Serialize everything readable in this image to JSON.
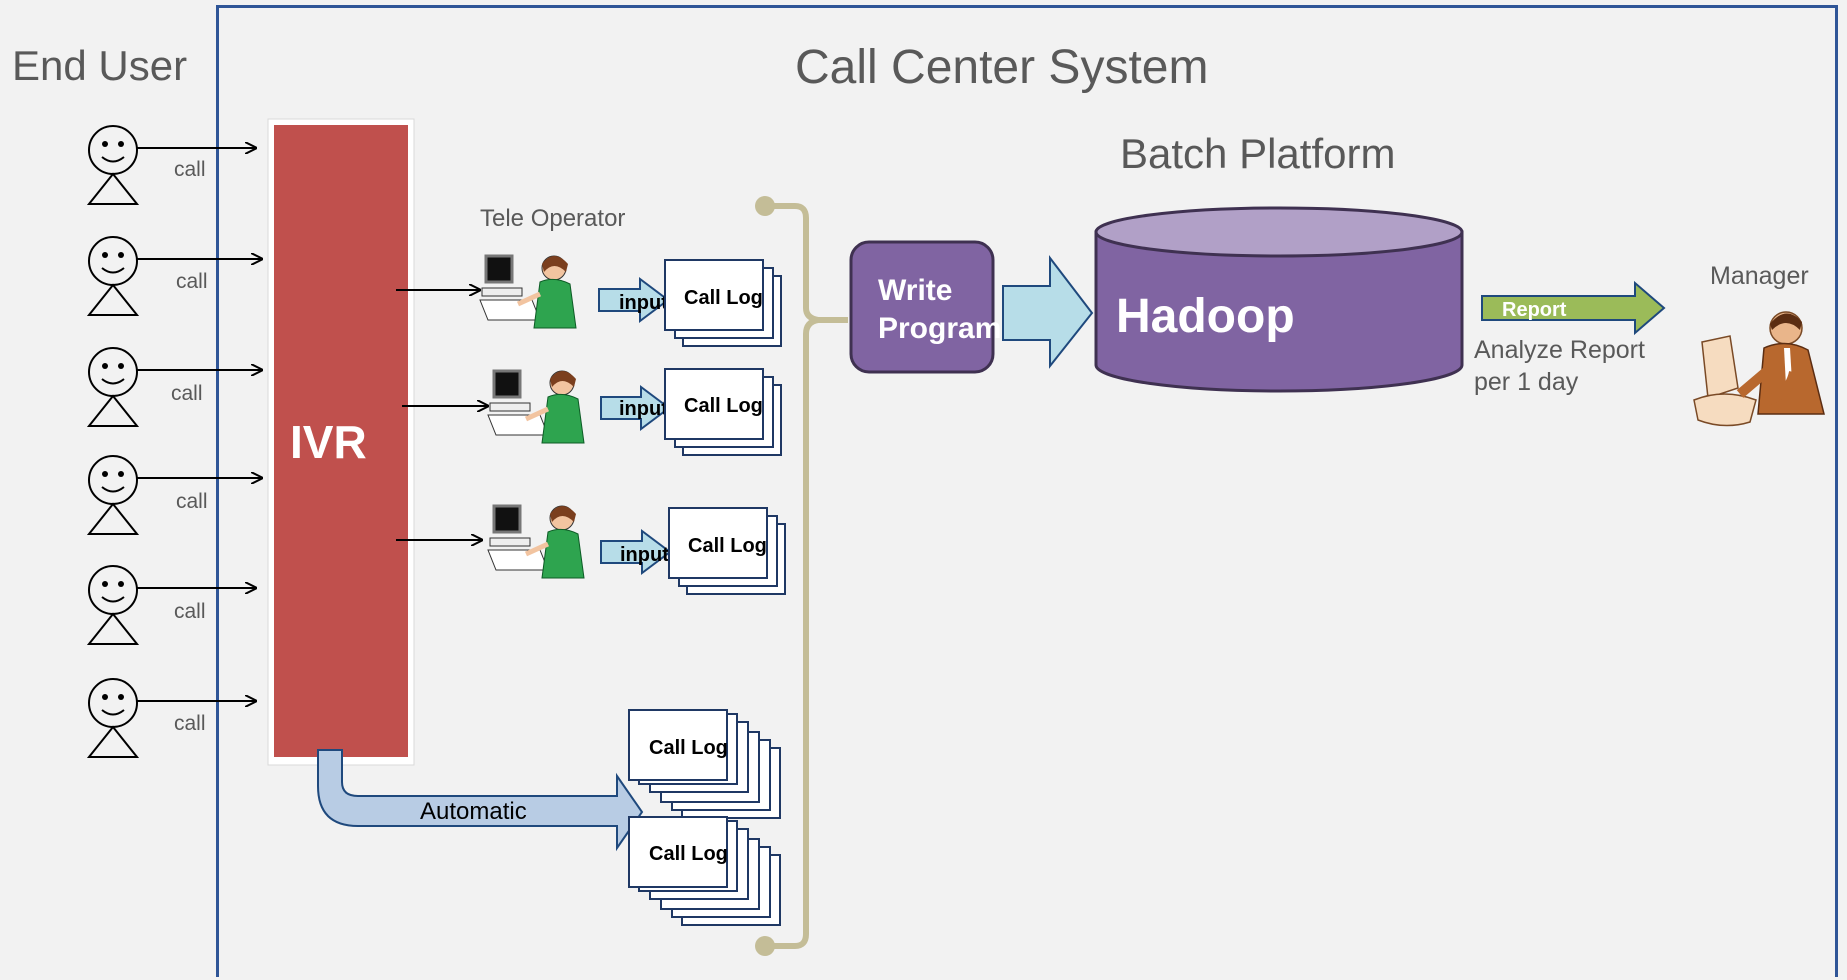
{
  "end_user": {
    "title": "End User",
    "call_label": "call",
    "user_count": 6
  },
  "system": {
    "title": "Call Center System"
  },
  "ivr": {
    "label": "IVR",
    "color": "#c0504d"
  },
  "tele_operator": {
    "title": "Tele Operator",
    "input_label": "input",
    "log_label": "Call Log"
  },
  "automatic": {
    "label": "Automatic",
    "log_label": "Call Log"
  },
  "write_program": {
    "label_line1": "Write",
    "label_line2": "Program",
    "color": "#8064a2"
  },
  "batch_platform": {
    "title": "Batch Platform",
    "db_label": "Hadoop",
    "color": "#8064a2"
  },
  "report": {
    "arrow_label": "Report",
    "caption_line1": "Analyze Report",
    "caption_line2": "per 1 day",
    "color": "#9bbb59"
  },
  "manager": {
    "title": "Manager"
  },
  "colors": {
    "frame": "#2f5597",
    "brace": "#c4bd97",
    "log_border": "#1f3864",
    "input_arrow": "#b7dde8",
    "automatic_arrow": "#b8cce4"
  }
}
